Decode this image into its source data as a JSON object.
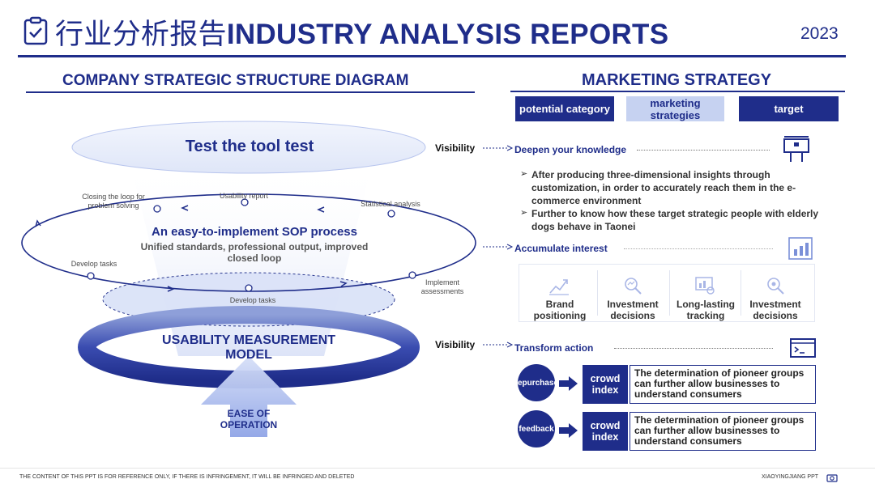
{
  "header": {
    "title_cn": "行业分析报告",
    "title_en": "INDUSTRY ANALYSIS REPORTS",
    "year": "2023"
  },
  "left": {
    "section_title": "COMPANY STRATEGIC STRUCTURE DIAGRAM",
    "top_ellipse_label": "Test the tool test",
    "loop_labels": {
      "closing": "Closing the loop for problem solving",
      "usability": "Usability report",
      "statistical": "Statistical analysis",
      "develop_left": "Develop tasks",
      "implement": "Implement assessments",
      "develop_center": "Develop tasks"
    },
    "sop_title": "An easy-to-implement SOP process",
    "sop_sub": "Unified standards, professional output, improved closed loop",
    "ring_label": "USABILITY MEASUREMENT MODEL",
    "arrow_label": "EASE OF OPERATION"
  },
  "right": {
    "section_title": "MARKETING STRATEGY",
    "tabs": [
      "potential category",
      "marketing strategies",
      "target"
    ],
    "visibility_1": "Visibility",
    "visibility_2": "Visibility",
    "step1": "Deepen your knowledge",
    "bullets": [
      "After producing three-dimensional insights through customization, in order to accurately reach them in the e-commerce environment",
      "Further to know how these target strategic people with elderly dogs behave in Taonei"
    ],
    "step2": "Accumulate interest",
    "cards": [
      "Brand positioning",
      "Investment decisions",
      "Long-lasting tracking",
      "Investment decisions"
    ],
    "step3": "Transform action",
    "rows": [
      {
        "circle": "repurchase",
        "box": "crowd index",
        "desc": "The determination of pioneer groups can further allow businesses to understand consumers"
      },
      {
        "circle": "feedback",
        "box": "crowd index",
        "desc": "The determination of pioneer groups can further allow businesses to understand consumers"
      }
    ]
  },
  "footer": {
    "disclaimer": "THE CONTENT OF THIS PPT IS FOR REFERENCE ONLY, IF THERE IS INFRINGEMENT, IT WILL BE INFRINGED AND DELETED",
    "brand": "XIAOYINGJIANG PPT"
  }
}
